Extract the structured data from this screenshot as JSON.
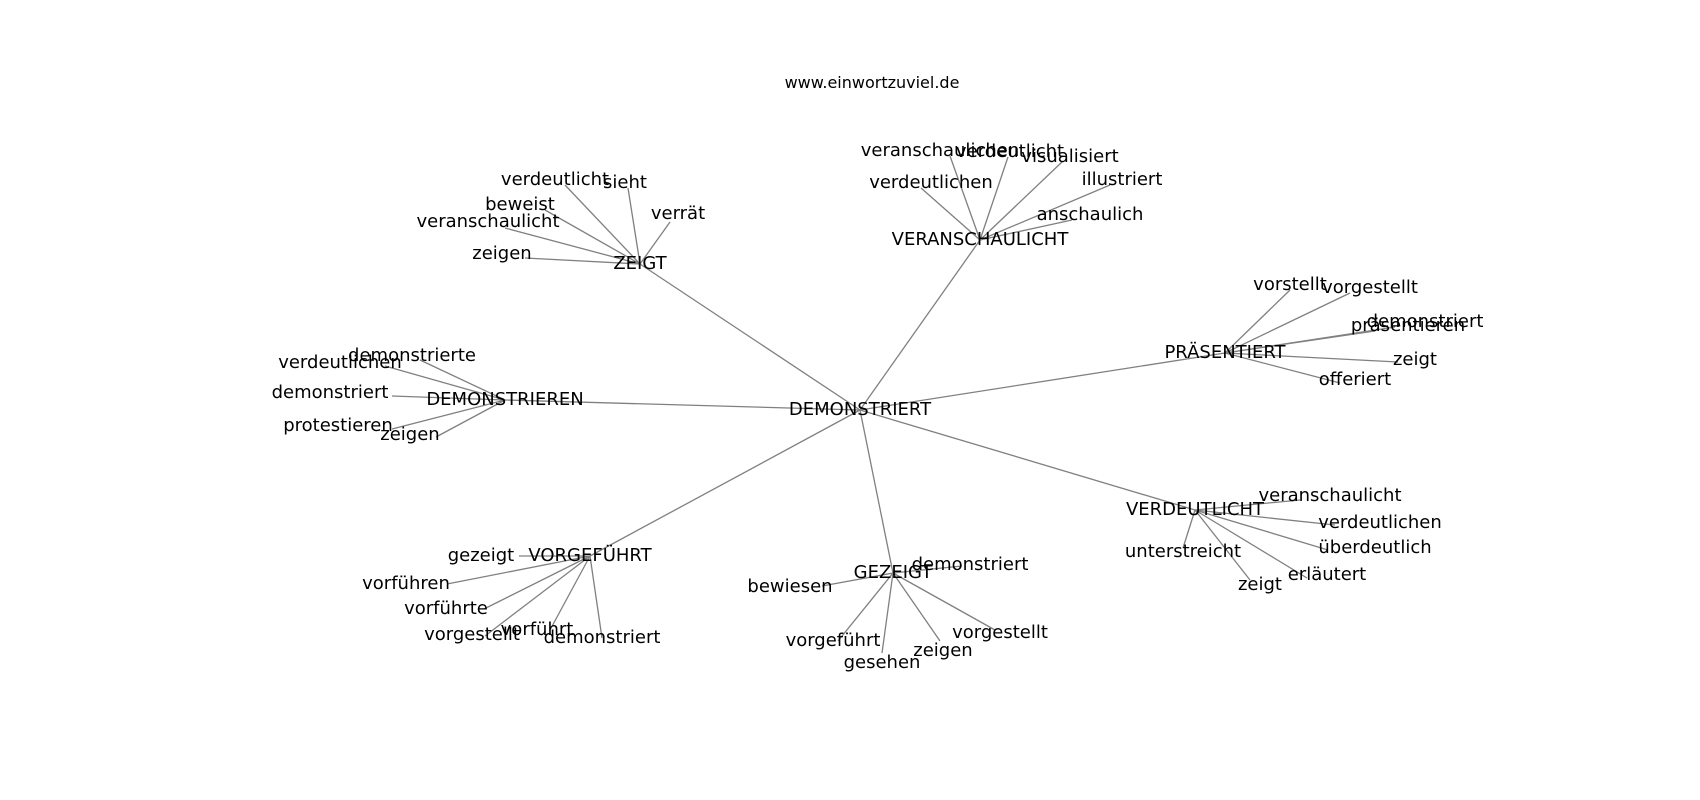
{
  "source": "www.einwortzuviel.de",
  "graph": {
    "root": "DEMONSTRIERT",
    "groups": [
      {
        "hub": "ZEIGT",
        "leaves": [
          "verdeutlicht",
          "sieht",
          "verrät",
          "beweist",
          "veranschaulicht",
          "zeigen"
        ]
      },
      {
        "hub": "VERANSCHAULICHT",
        "leaves": [
          "veranschaulichen",
          "verdeutlicht",
          "visualisiert",
          "illustriert",
          "verdeutlichen",
          "anschaulich"
        ]
      },
      {
        "hub": "PRÄSENTIERT",
        "leaves": [
          "vorstellt",
          "vorgestellt",
          "präsentieren",
          "demonstriert",
          "zeigt",
          "offeriert"
        ]
      },
      {
        "hub": "DEMONSTRIEREN",
        "leaves": [
          "demonstrierte",
          "verdeutlichen",
          "demonstriert",
          "protestieren",
          "zeigen"
        ]
      },
      {
        "hub": "VERDEUTLICHT",
        "leaves": [
          "veranschaulicht",
          "verdeutlichen",
          "überdeutlich",
          "erläutert",
          "zeigt",
          "unterstreicht"
        ]
      },
      {
        "hub": "VORGEFÜHRT",
        "leaves": [
          "gezeigt",
          "vorführen",
          "vorführte",
          "vorgestellt",
          "vorführt",
          "demonstriert"
        ]
      },
      {
        "hub": "GEZEIGT",
        "leaves": [
          "demonstriert",
          "bewiesen",
          "vorgeführt",
          "gesehen",
          "zeigen",
          "vorgestellt"
        ]
      }
    ]
  }
}
